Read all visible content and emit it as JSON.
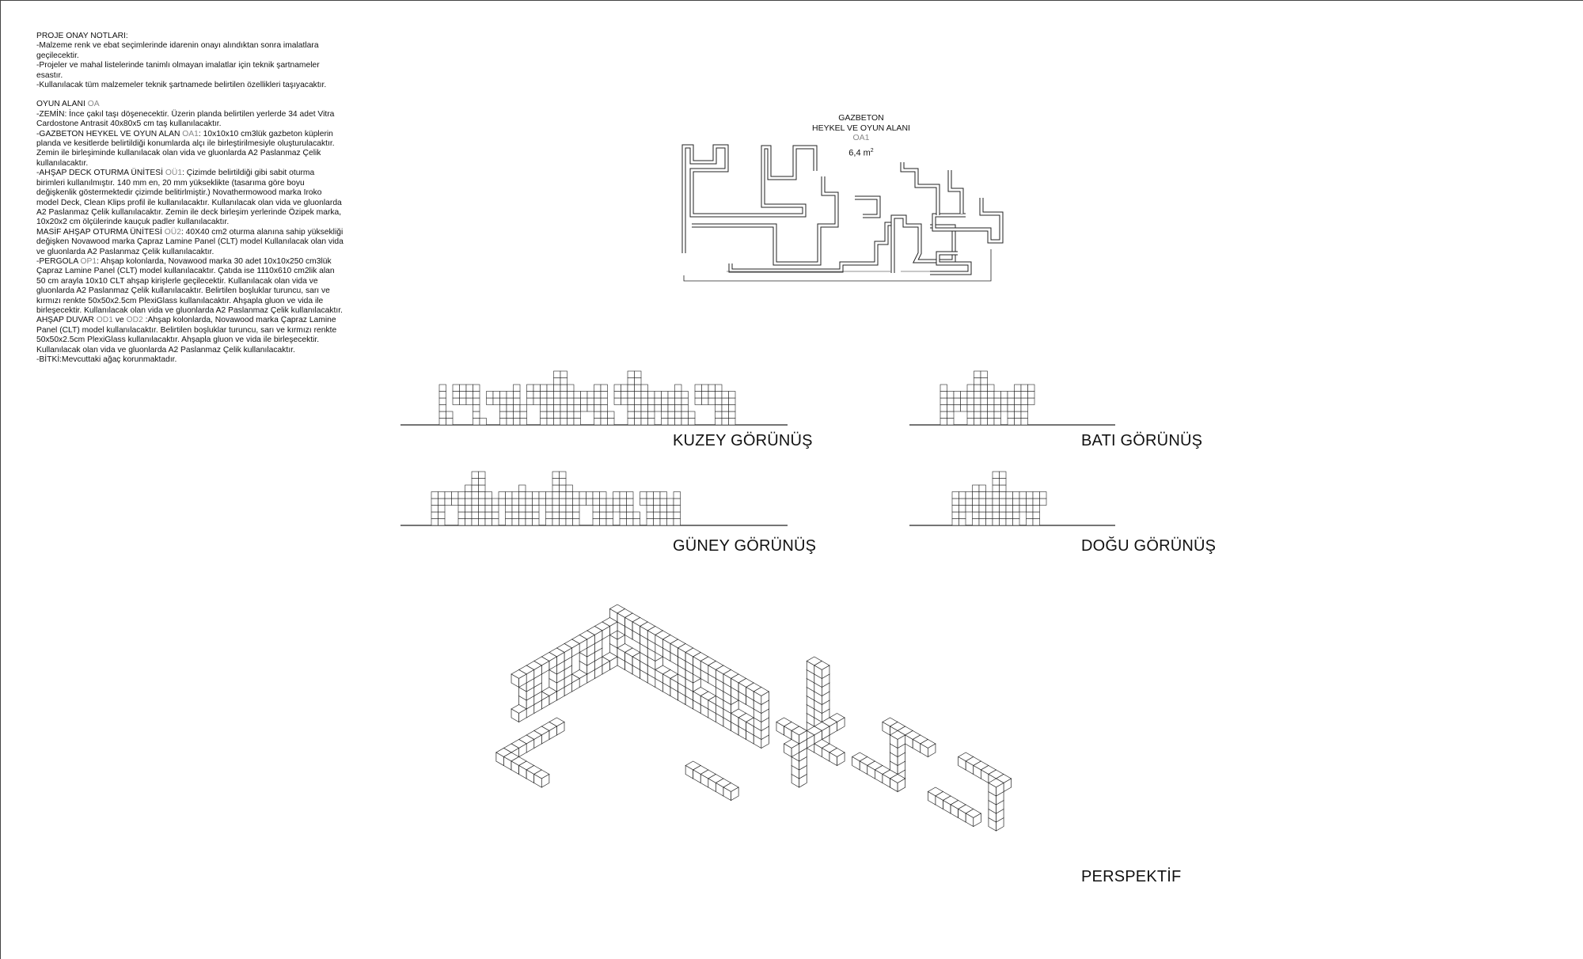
{
  "notes": {
    "heading": "PROJE ONAY NOTLARI:",
    "general": [
      "-Malzeme renk ve ebat seçimlerinde idarenin onayı alındıktan sonra imalatlara geçilecektir.",
      "-Projeler ve mahal listelerinde tanimlı olmayan imalatlar için teknik şartnameler esastır.",
      "-Kullanılacak tüm malzemeler teknik şartnamede belirtilen özellikleri taşıyacaktır."
    ],
    "section_title": "OYUN ALANI",
    "section_code": "OA",
    "zemin": "-ZEMİN: İnce çakıl taşı döşenecektir. Üzerin planda belirtilen yerlerde 34 adet Vitra Cardostone Antrasit 40x80x5 cm taş kullanılacaktır.",
    "gazbeton_title": "-GAZBETON HEYKEL VE OYUN ALAN",
    "gazbeton_code": "OA1",
    "gazbeton_text": ": 10x10x10 cm3lük gazbeton küplerin planda ve kesitlerde belirtildiği konumlarda alçı ile birleştirilmesiyle oluşturulacaktır. Zemin ile birleşiminde kullanılacak olan vida ve gluonlarda A2 Paslanmaz Çelik kullanılacaktır.",
    "deck_title": "-AHŞAP DECK OTURMA ÜNİTESİ",
    "deck_code": "OÜ1",
    "deck_text": ": Çizimde belirtildiği gibi sabit oturma birimleri kullanılmıştır. 140 mm en, 20 mm yükseklikte (tasarıma göre boyu değişkenlik göstermektedir çizimde belitirlmiştir.) Novathermowood marka Iroko model Deck, Clean Klips profil ile kullanılacaktır. Kullanılacak olan vida ve gluonlarda A2 Paslanmaz Çelik kullanılacaktır.  Zemin ile deck birleşim yerlerinde Özipek marka, 10x20x2 cm ölçülerinde kauçuk padler kullanılacaktır.",
    "masif_title": "MASİF AHŞAP OTURMA ÜNİTESİ",
    "masif_code": "OÜ2",
    "masif_text": ": 40X40 cm2 oturma alanına sahip yüksekliği değişken Novawood marka Çapraz Lamine Panel (CLT) model Kullanılacak olan vida ve gluonlarda A2 Paslanmaz Çelik kullanılacaktır.",
    "pergola_title": "-PERGOLA",
    "pergola_code": "OP1",
    "pergola_text": ": Ahşap kolonlarda, Novawood marka 30 adet 10x10x250 cm3lük Çapraz Lamine Panel (CLT) model kullanılacaktır. Çatıda ise 1110x610 cm2lik alan 50 cm arayla 10x10 CLT ahşap kirişlerle geçilecektir. Kullanılacak olan vida ve gluonlarda A2 Paslanmaz Çelik kullanılacaktır. Belirtilen boşluklar turuncu, sarı ve kırmızı renkte 50x50x2.5cm PlexiGlass kullanılacaktır. Ahşapla gluon ve vida ile birleşecektir. Kullanılacak olan vida ve gluonlarda A2 Paslanmaz Çelik kullanılacaktır.",
    "duvar_title": "AHŞAP DUVAR",
    "duvar_code1": "OD1",
    "duvar_and": "ve",
    "duvar_code2": "OD2",
    "duvar_text": " :Ahşap kolonlarda, Novawood marka Çapraz Lamine Panel (CLT) model kullanılacaktır. Belirtilen boşluklar turuncu, sarı ve kırmızı renkte 50x50x2.5cm PlexiGlass kullanılacaktır. Ahşapla gluon ve vida ile birleşecektir. Kullanılacak olan vida ve gluonlarda A2 Paslanmaz Çelik kullanılacaktır.",
    "bitki": "-BİTKİ:Mevcuttaki ağaç korunmaktadır."
  },
  "plan": {
    "line1": "GAZBETON",
    "line2": "HEYKEL VE OYUN ALANI",
    "code": "OA1",
    "area_value": "6,4 m",
    "area_sup": "2"
  },
  "views": {
    "north": "KUZEY GÖRÜNÜŞ",
    "west": "BATI GÖRÜNÜŞ",
    "south": "GÜNEY GÖRÜNÜŞ",
    "east": "DOĞU GÖRÜNÜŞ",
    "perspective": "PERSPEKTİF"
  },
  "colors": {
    "line": "#222222",
    "code": "#888888"
  }
}
